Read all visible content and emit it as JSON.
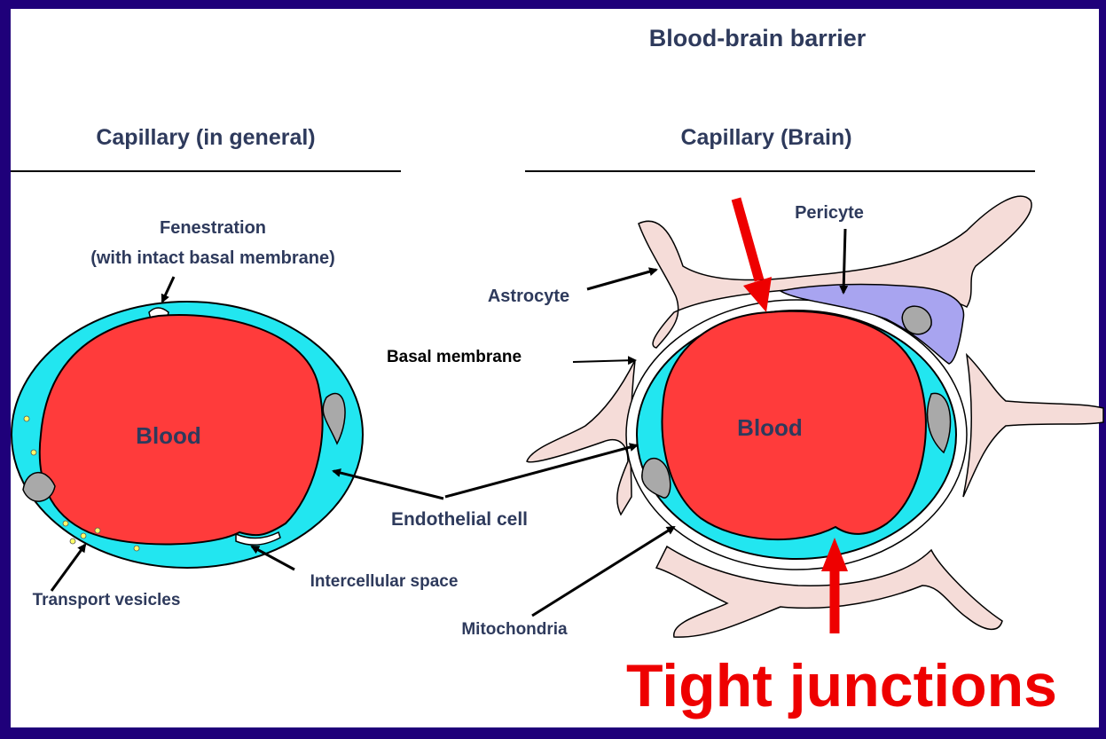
{
  "title": "Blood-brain barrier",
  "panels": {
    "left": {
      "heading": "Capillary (in general)",
      "lumen_label": "Blood",
      "labels": {
        "fenestration": "Fenestration",
        "fenestration_note": "(with intact basal membrane)",
        "transport_vesicles": "Transport vesicles",
        "intercellular_space": "Intercellular space"
      }
    },
    "right": {
      "heading": "Capillary (Brain)",
      "lumen_label": "Blood",
      "labels": {
        "pericyte": "Pericyte",
        "astrocyte": "Astrocyte",
        "basal_membrane": "Basal membrane",
        "mitochondria": "Mitochondria"
      }
    },
    "shared_label": "Endothelial cell"
  },
  "callout": "Tight junctions",
  "colors": {
    "frame": "#1f007a",
    "blood": "#ff3b3b",
    "endothelium": "#22e6f0",
    "astrocyte": "#f5dcd8",
    "pericyte": "#a8a4f0",
    "nucleus": "#a9a9a9",
    "callout": "#ee0000",
    "label_text": "#2e3a5c"
  }
}
